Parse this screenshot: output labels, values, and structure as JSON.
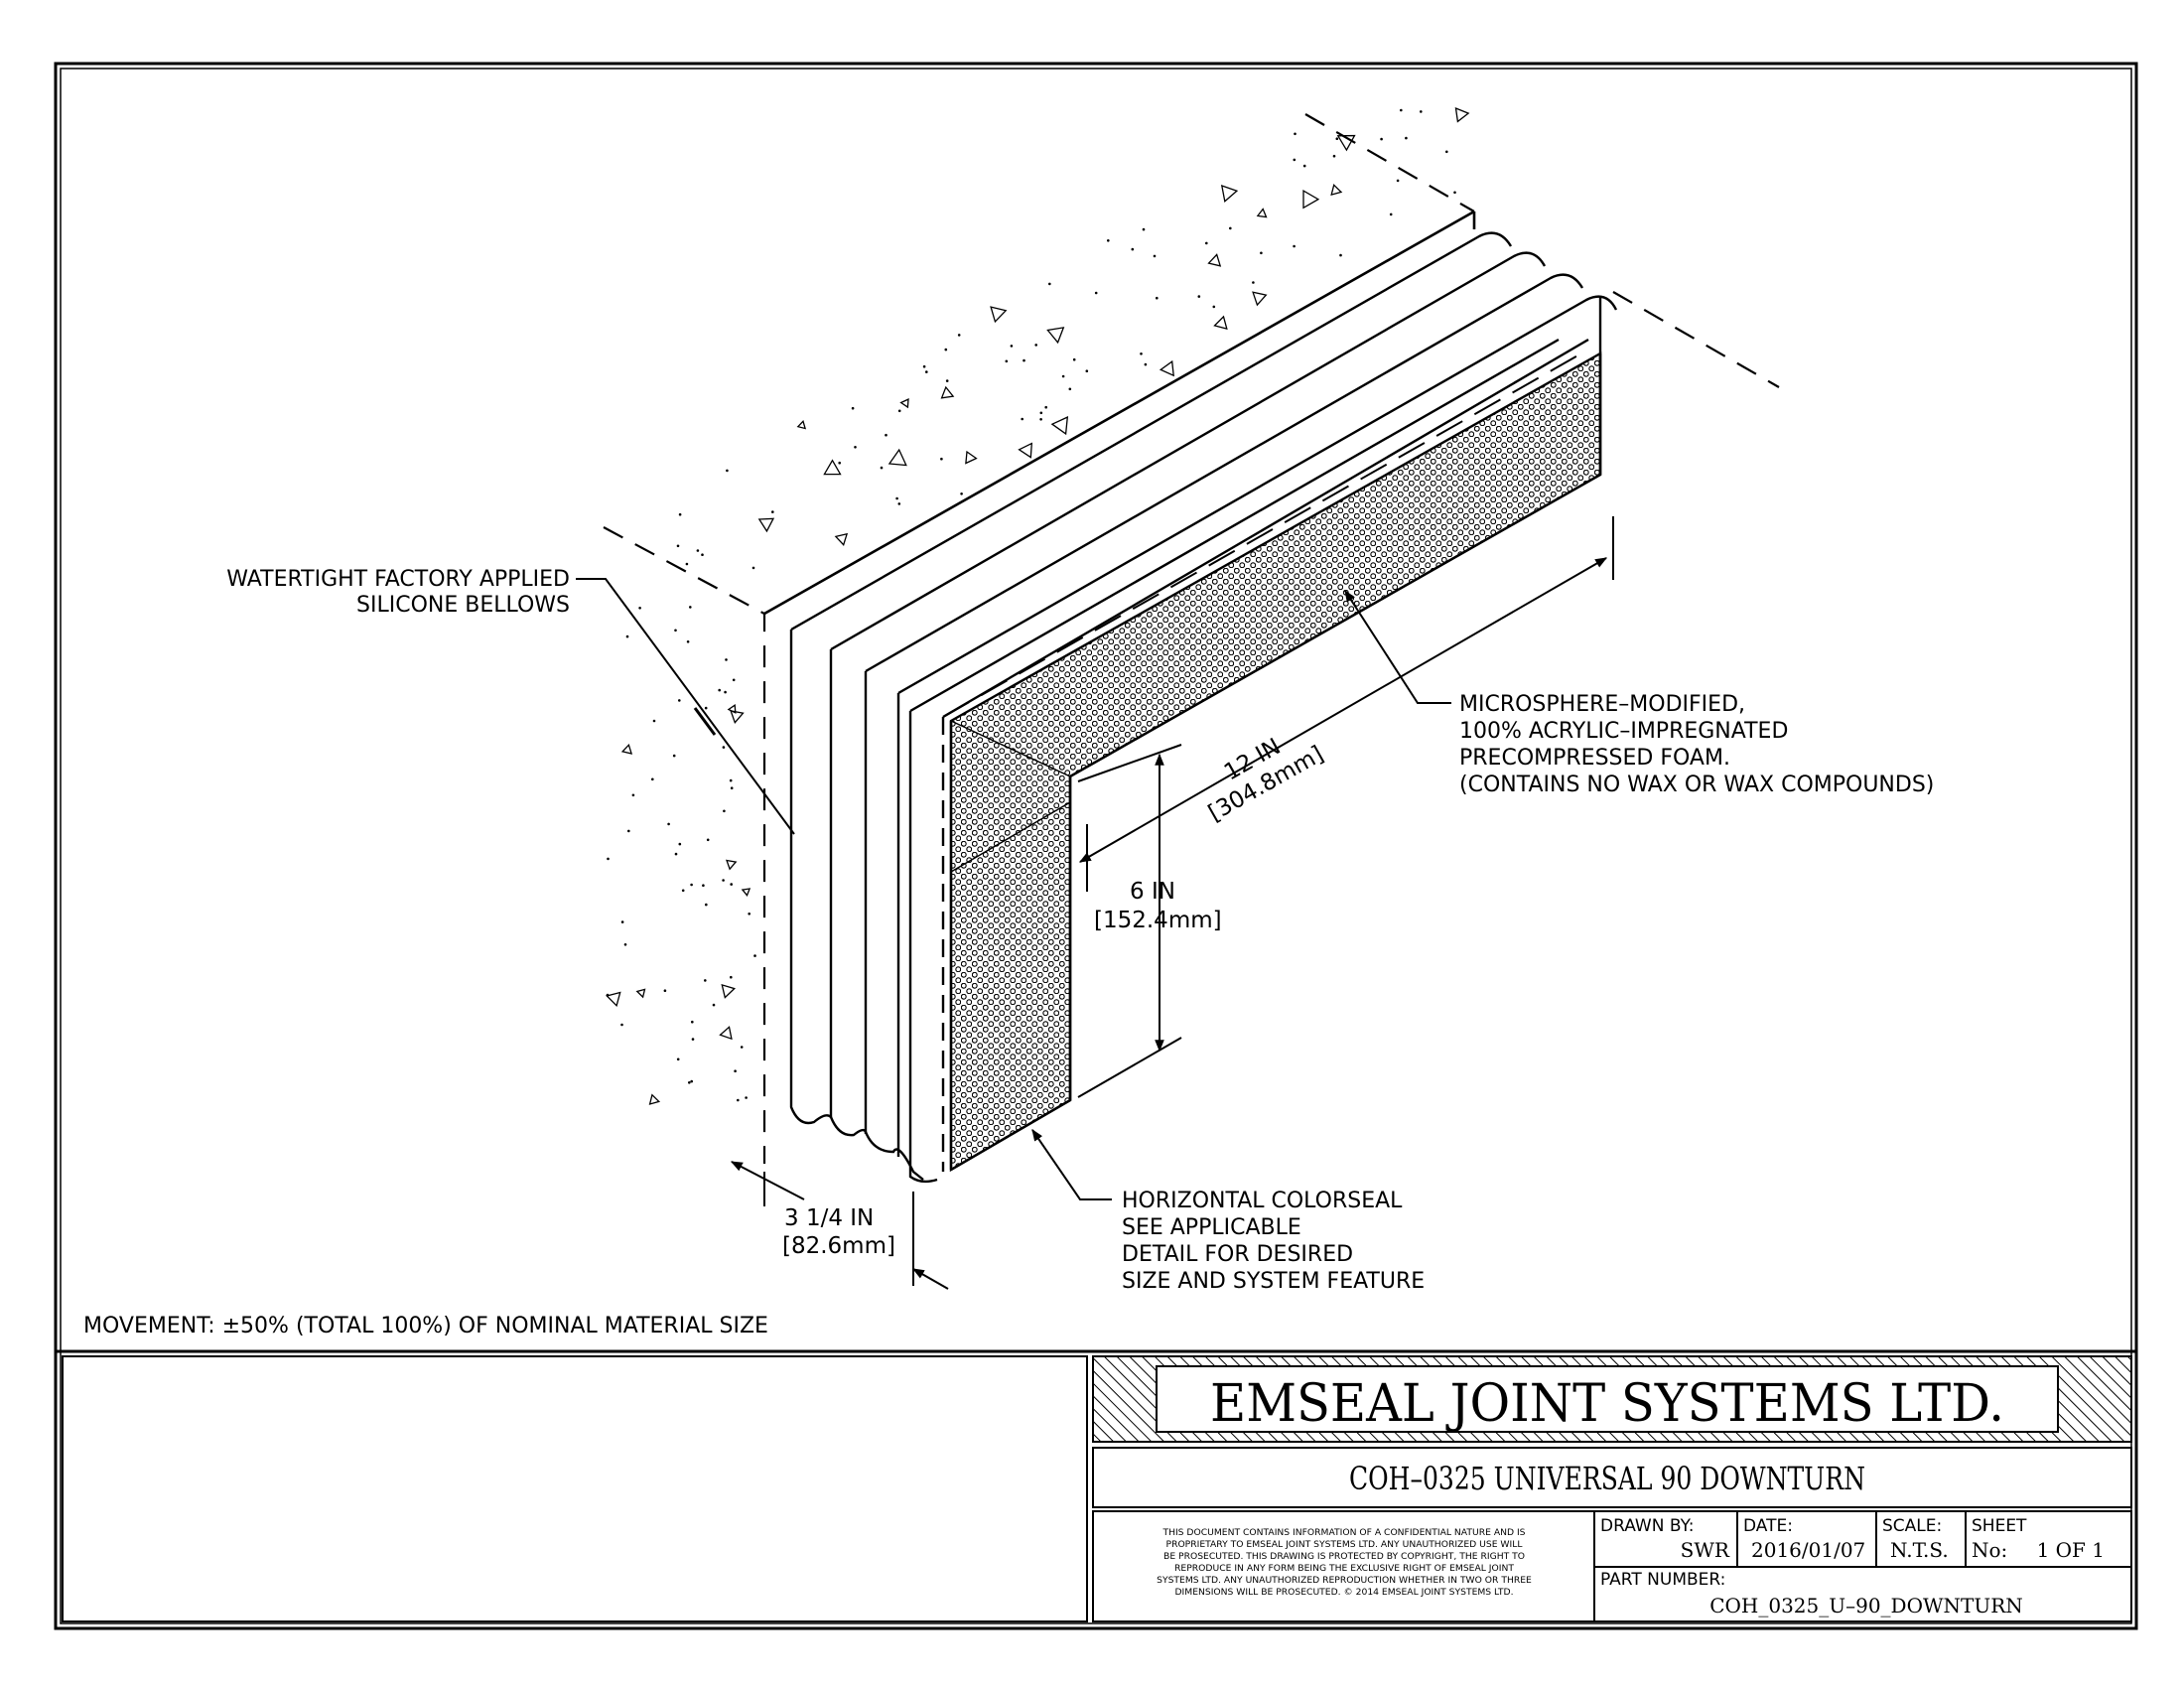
{
  "callouts": {
    "bellows": [
      "WATERTIGHT FACTORY APPLIED",
      "SILICONE BELLOWS"
    ],
    "foam": [
      "MICROSPHERE–MODIFIED,",
      "100% ACRYLIC–IMPREGNATED",
      "PRECOMPRESSED FOAM.",
      "(CONTAINS NO WAX OR WAX COMPOUNDS)"
    ],
    "colorseal": [
      "HORIZONTAL COLORSEAL",
      "SEE APPLICABLE",
      "DETAIL FOR DESIRED",
      "SIZE AND SYSTEM FEATURE"
    ]
  },
  "dimensions": {
    "width": [
      "3 1/4 IN",
      "[82.6mm]"
    ],
    "depth": [
      "6 IN",
      "[152.4mm]"
    ],
    "length": [
      "12 IN",
      "[304.8mm]"
    ]
  },
  "movement_note": "MOVEMENT: ±50% (TOTAL 100%) OF NOMINAL MATERIAL SIZE",
  "title_block": {
    "company": "EMSEAL JOINT SYSTEMS LTD.",
    "drawing_title": "COH–0325 UNIVERSAL 90 DOWNTURN",
    "disclaimer": [
      "THIS DOCUMENT CONTAINS INFORMATION OF A CONFIDENTIAL NATURE AND IS",
      "PROPRIETARY TO EMSEAL JOINT SYSTEMS LTD. ANY UNAUTHORIZED USE WILL",
      "BE PROSECUTED. THIS DRAWING IS PROTECTED BY COPYRIGHT, THE RIGHT TO",
      "REPRODUCE IN ANY FORM BEING THE EXCLUSIVE RIGHT OF EMSEAL JOINT",
      "SYSTEMS LTD. ANY UNAUTHORIZED REPRODUCTION WHETHER IN TWO OR THREE",
      "DIMENSIONS WILL BE PROSECUTED. © 2014 EMSEAL JOINT SYSTEMS LTD."
    ],
    "drawn_by_label": "DRAWN BY:",
    "drawn_by": "SWR",
    "date_label": "DATE:",
    "date": "2016/01/07",
    "scale_label": "SCALE:",
    "scale": "N.T.S.",
    "sheet_label": "SHEET",
    "sheet_no_label": "No:",
    "sheet_no": "1 OF 1",
    "part_number_label": "PART NUMBER:",
    "part_number": "COH_0325_U–90_DOWNTURN"
  }
}
